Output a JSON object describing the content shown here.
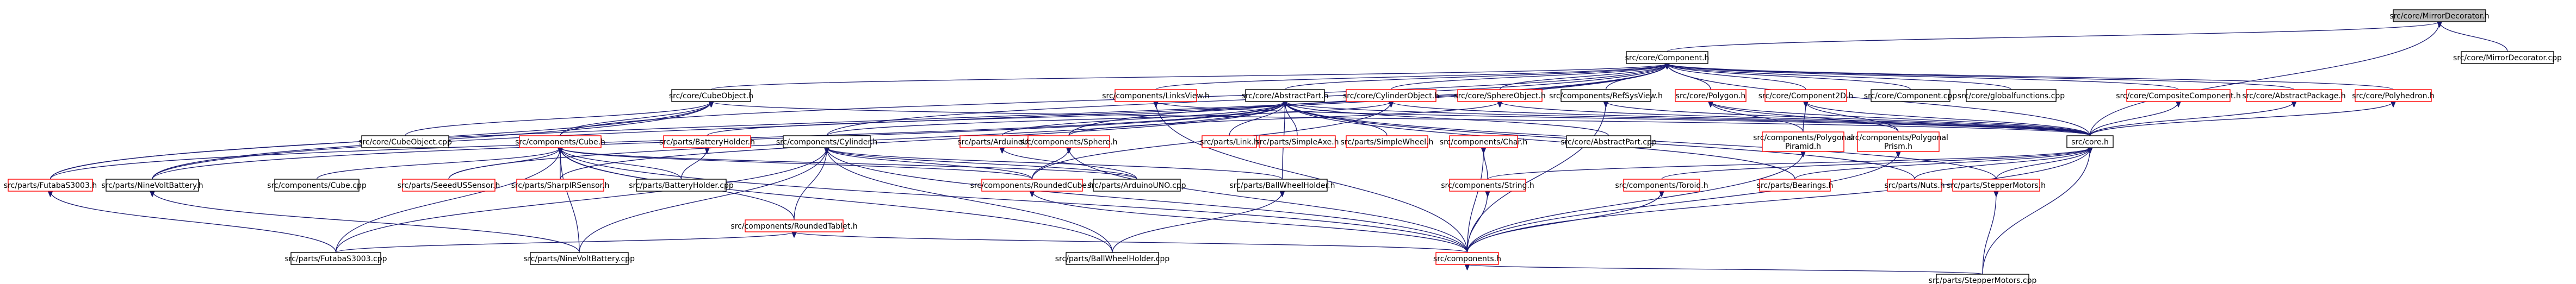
{
  "colors": {
    "edge": "#191970",
    "text": "#000000",
    "root_fill": "#bfbfbf",
    "root_border": "#000000",
    "documented_border": "#000000",
    "undocumented_border": "#ff0000",
    "node_fill": "#ffffff"
  },
  "diagram": {
    "type": "include-dependency-graph",
    "nodes": {
      "root": {
        "label": "src/core/MirrorDecorator.h",
        "kind": "root"
      },
      "mdcpp": {
        "label": "src/core/MirrorDecorator.cpp",
        "kind": "documented"
      },
      "comp": {
        "label": "src/core/Component.h",
        "kind": "documented"
      },
      "cubeobj": {
        "label": "src/core/CubeObject.h",
        "kind": "documented"
      },
      "linksview": {
        "label": "src/components/LinksView.h",
        "kind": "undocumented"
      },
      "abspart": {
        "label": "src/core/AbstractPart.h",
        "kind": "documented"
      },
      "cylobj": {
        "label": "src/core/CylinderObject.h",
        "kind": "undocumented"
      },
      "sphobj": {
        "label": "src/core/SphereObject.h",
        "kind": "undocumented"
      },
      "refsys": {
        "label": "src/components/RefSysView.h",
        "kind": "documented"
      },
      "polygon": {
        "label": "src/core/Polygon.h",
        "kind": "undocumented"
      },
      "comp2d": {
        "label": "src/core/Component2D.h",
        "kind": "undocumented"
      },
      "compcpp": {
        "label": "src/core/Component.cpp",
        "kind": "documented"
      },
      "globfn": {
        "label": "src/core/globalfunctions.cpp",
        "kind": "documented"
      },
      "compositecomp": {
        "label": "src/core/CompositeComponent.h",
        "kind": "undocumented"
      },
      "abspackage": {
        "label": "src/core/AbstractPackage.h",
        "kind": "undocumented"
      },
      "polyhedron": {
        "label": "src/core/Polyhedron.h",
        "kind": "undocumented"
      },
      "cubeobjcpp": {
        "label": "src/core/CubeObject.cpp",
        "kind": "documented"
      },
      "batholder": {
        "label": "src/parts/BatteryHolder.h",
        "kind": "undocumented"
      },
      "cubecomp": {
        "label": "src/components/Cube.h",
        "kind": "undocumented"
      },
      "cylcomp": {
        "label": "src/components/Cylinder.h",
        "kind": "documented"
      },
      "arduinoh": {
        "label": "src/parts/ArduinoUNO.h",
        "kind": "undocumented"
      },
      "link": {
        "label": "src/parts/Link.h",
        "kind": "undocumented"
      },
      "simpleaxe": {
        "label": "src/parts/SimpleAxe.h",
        "kind": "undocumented"
      },
      "simplewheel": {
        "label": "src/parts/SimpleWheel.h",
        "kind": "undocumented"
      },
      "sphere": {
        "label": "src/components/Sphere.h",
        "kind": "undocumented"
      },
      "char": {
        "label": "src/components/Char.h",
        "kind": "undocumented"
      },
      "absptcpp": {
        "label": "src/core/AbstractPart.cpp",
        "kind": "documented"
      },
      "polypyr": {
        "label": "src/components/Polygonal\nPiramid.h",
        "kind": "undocumented"
      },
      "polyprism": {
        "label": "src/components/Polygonal\nPrism.h",
        "kind": "undocumented"
      },
      "coreh": {
        "label": "src/core.h",
        "kind": "documented"
      },
      "futaba": {
        "label": "src/parts/FutabaS3003.h",
        "kind": "undocumented"
      },
      "ninevolt": {
        "label": "src/parts/NineVoltBattery.h",
        "kind": "documented"
      },
      "cubecpp": {
        "label": "src/components/Cube.cpp",
        "kind": "documented"
      },
      "seeed": {
        "label": "src/parts/SeeedUSSensor.h",
        "kind": "undocumented"
      },
      "sharp": {
        "label": "src/parts/SharpIRSensor.h",
        "kind": "undocumented"
      },
      "batcpp": {
        "label": "src/parts/BatteryHolder.cpp",
        "kind": "documented"
      },
      "roundedcube": {
        "label": "src/components/RoundedCube.h",
        "kind": "undocumented"
      },
      "arduinocpp": {
        "label": "src/parts/ArduinoUNO.cpp",
        "kind": "documented"
      },
      "ballwheelh": {
        "label": "src/parts/BallWheelHolder.h",
        "kind": "documented"
      },
      "string": {
        "label": "src/components/String.h",
        "kind": "undocumented"
      },
      "torusb": {
        "label": "src/components/Toroid.h",
        "kind": "undocumented"
      },
      "bearings": {
        "label": "src/parts/Bearings.h",
        "kind": "undocumented"
      },
      "nuts": {
        "label": "src/parts/Nuts.h",
        "kind": "undocumented"
      },
      "stepperh": {
        "label": "src/parts/StepperMotors.h",
        "kind": "undocumented"
      },
      "roundedtablet": {
        "label": "src/components/RoundedTablet.h",
        "kind": "undocumented"
      },
      "futabacpp": {
        "label": "src/parts/FutabaS3003.cpp",
        "kind": "documented"
      },
      "ninevoltcpp": {
        "label": "src/parts/NineVoltBattery.cpp",
        "kind": "documented"
      },
      "ballwheelcpp": {
        "label": "src/parts/BallWheelHolder.cpp",
        "kind": "documented"
      },
      "componentsh": {
        "label": "src/components.h",
        "kind": "undocumented"
      },
      "steppercpp": {
        "label": "src/parts/StepperMotors.cpp",
        "kind": "documented"
      }
    },
    "edges": [
      [
        "root",
        "comp"
      ],
      [
        "root",
        "mdcpp"
      ],
      [
        "root",
        "coreh"
      ],
      [
        "comp",
        "cubeobj"
      ],
      [
        "comp",
        "linksview"
      ],
      [
        "comp",
        "abspart"
      ],
      [
        "comp",
        "cylobj"
      ],
      [
        "comp",
        "sphobj"
      ],
      [
        "comp",
        "refsys"
      ],
      [
        "comp",
        "polygon"
      ],
      [
        "comp",
        "comp2d"
      ],
      [
        "comp",
        "compcpp"
      ],
      [
        "comp",
        "globfn"
      ],
      [
        "comp",
        "compositecomp"
      ],
      [
        "comp",
        "abspackage"
      ],
      [
        "comp",
        "polyhedron"
      ],
      [
        "comp",
        "coreh"
      ],
      [
        "comp",
        "cubecomp"
      ],
      [
        "comp",
        "cylcomp"
      ],
      [
        "comp",
        "sphere"
      ],
      [
        "comp",
        "futaba"
      ],
      [
        "comp",
        "ninevolt"
      ],
      [
        "cubeobj",
        "cubeobjcpp"
      ],
      [
        "cubeobj",
        "cubecomp"
      ],
      [
        "cubeobj",
        "coreh"
      ],
      [
        "cubeobj",
        "futaba"
      ],
      [
        "cubeobj",
        "ninevolt"
      ],
      [
        "linksview",
        "coreh"
      ],
      [
        "linksview",
        "componentsh"
      ],
      [
        "abspart",
        "batholder"
      ],
      [
        "abspart",
        "arduinoh"
      ],
      [
        "abspart",
        "link"
      ],
      [
        "abspart",
        "simpleaxe"
      ],
      [
        "abspart",
        "simplewheel"
      ],
      [
        "abspart",
        "absptcpp"
      ],
      [
        "abspart",
        "coreh"
      ],
      [
        "abspart",
        "futaba"
      ],
      [
        "abspart",
        "ninevolt"
      ],
      [
        "abspart",
        "seeed"
      ],
      [
        "abspart",
        "sharp"
      ],
      [
        "abspart",
        "ballwheelh"
      ],
      [
        "abspart",
        "bearings"
      ],
      [
        "abspart",
        "nuts"
      ],
      [
        "abspart",
        "stepperh"
      ],
      [
        "cylobj",
        "cylcomp"
      ],
      [
        "cylobj",
        "coreh"
      ],
      [
        "cylobj",
        "roundedcube"
      ],
      [
        "sphobj",
        "sphere"
      ],
      [
        "sphobj",
        "coreh"
      ],
      [
        "refsys",
        "coreh"
      ],
      [
        "refsys",
        "componentsh"
      ],
      [
        "polygon",
        "polypyr"
      ],
      [
        "polygon",
        "polyprism"
      ],
      [
        "polygon",
        "coreh"
      ],
      [
        "comp2d",
        "coreh"
      ],
      [
        "comp2d",
        "polypyr"
      ],
      [
        "comp2d",
        "polyprism"
      ],
      [
        "compositecomp",
        "coreh"
      ],
      [
        "abspackage",
        "coreh"
      ],
      [
        "polyhedron",
        "coreh"
      ],
      [
        "batholder",
        "batcpp"
      ],
      [
        "cubecomp",
        "cubecpp"
      ],
      [
        "cubecomp",
        "roundedcube"
      ],
      [
        "cubecomp",
        "roundedtablet"
      ],
      [
        "cubecomp",
        "futabacpp"
      ],
      [
        "cubecomp",
        "ninevoltcpp"
      ],
      [
        "cubecomp",
        "componentsh"
      ],
      [
        "cubecomp",
        "ballwheelcpp"
      ],
      [
        "cubecomp",
        "arduinocpp"
      ],
      [
        "cubecomp",
        "batcpp"
      ],
      [
        "cubecomp",
        "seeed"
      ],
      [
        "cubecomp",
        "sharp"
      ],
      [
        "cylcomp",
        "roundedtablet"
      ],
      [
        "cylcomp",
        "roundedcube"
      ],
      [
        "cylcomp",
        "componentsh"
      ],
      [
        "cylcomp",
        "arduinocpp"
      ],
      [
        "cylcomp",
        "ballwheelh"
      ],
      [
        "cylcomp",
        "ballwheelcpp"
      ],
      [
        "cylcomp",
        "futabacpp"
      ],
      [
        "cylcomp",
        "ninevoltcpp"
      ],
      [
        "arduinoh",
        "arduinocpp"
      ],
      [
        "sphere",
        "roundedcube"
      ],
      [
        "sphere",
        "componentsh"
      ],
      [
        "char",
        "string"
      ],
      [
        "char",
        "componentsh"
      ],
      [
        "polypyr",
        "componentsh"
      ],
      [
        "polyprism",
        "componentsh"
      ],
      [
        "coreh",
        "bearings"
      ],
      [
        "coreh",
        "nuts"
      ],
      [
        "coreh",
        "stepperh"
      ],
      [
        "coreh",
        "componentsh"
      ],
      [
        "coreh",
        "steppercpp"
      ],
      [
        "coreh",
        "string"
      ],
      [
        "coreh",
        "torusb"
      ],
      [
        "futaba",
        "futabacpp"
      ],
      [
        "ninevolt",
        "ninevoltcpp"
      ],
      [
        "roundedcube",
        "componentsh"
      ],
      [
        "roundedtablet",
        "componentsh"
      ],
      [
        "roundedtablet",
        "futabacpp"
      ],
      [
        "ballwheelh",
        "ballwheelcpp"
      ],
      [
        "string",
        "componentsh"
      ],
      [
        "torusb",
        "componentsh"
      ],
      [
        "stepperh",
        "steppercpp"
      ],
      [
        "componentsh",
        "steppercpp"
      ]
    ]
  }
}
